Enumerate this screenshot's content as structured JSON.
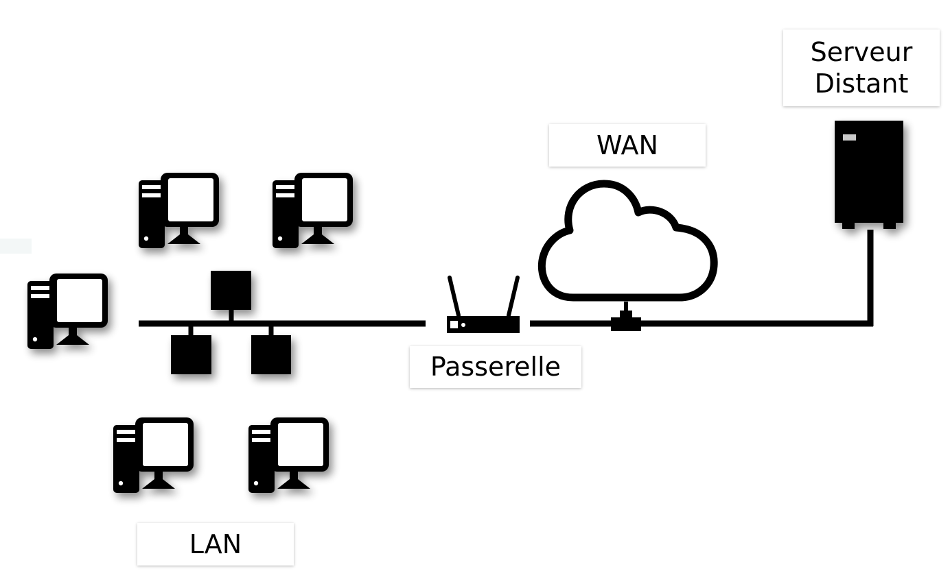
{
  "labels": {
    "server": "Serveur\nDistant",
    "wan": "WAN",
    "gateway": "Passerelle",
    "lan": "LAN"
  },
  "icons": {
    "workstation": "desktop-computer-icon",
    "lan_node": "network-node-icon",
    "router": "wifi-router-icon",
    "cloud": "cloud-icon",
    "server": "server-tower-icon"
  },
  "colors": {
    "foreground": "#000000",
    "background": "#ffffff",
    "server_light": "#c9c9c9"
  }
}
